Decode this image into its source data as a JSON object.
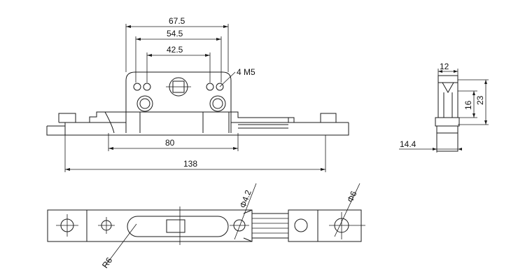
{
  "front_view": {
    "dims": {
      "d1": "67.5",
      "d2": "54.5",
      "d3": "42.5",
      "thread": "4 M5",
      "d4": "80",
      "d5": "138"
    }
  },
  "side_view": {
    "dims": {
      "top": "12",
      "mid": "16",
      "tall": "23",
      "base": "14.4"
    }
  },
  "bottom_view": {
    "dims": {
      "hole_small": "Φ4.2",
      "hole_large": "Φ6",
      "radius": "R6"
    }
  }
}
